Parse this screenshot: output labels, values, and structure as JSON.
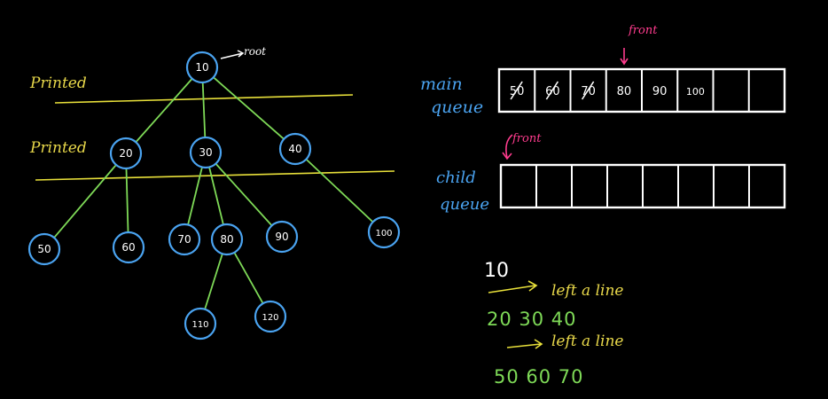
{
  "colors": {
    "background": "#000000",
    "node_border": "#4aa3f0",
    "edge": "#7ed957",
    "divider": "#e8e03a",
    "label_yellow": "#e8d84a",
    "label_pink": "#ff3c8e",
    "queue_border": "#ffffff",
    "output_green": "#7ed957"
  },
  "tree": {
    "nodes": [
      {
        "id": "n10",
        "label": "10"
      },
      {
        "id": "n20",
        "label": "20"
      },
      {
        "id": "n30",
        "label": "30"
      },
      {
        "id": "n40",
        "label": "40"
      },
      {
        "id": "n50",
        "label": "50"
      },
      {
        "id": "n60",
        "label": "60"
      },
      {
        "id": "n70",
        "label": "70"
      },
      {
        "id": "n80",
        "label": "80"
      },
      {
        "id": "n90",
        "label": "90"
      },
      {
        "id": "n100",
        "label": "100"
      },
      {
        "id": "n110",
        "label": "110"
      },
      {
        "id": "n120",
        "label": "120"
      }
    ],
    "edges": [
      [
        "n10",
        "n20"
      ],
      [
        "n10",
        "n30"
      ],
      [
        "n10",
        "n40"
      ],
      [
        "n20",
        "n50"
      ],
      [
        "n20",
        "n60"
      ],
      [
        "n30",
        "n70"
      ],
      [
        "n30",
        "n80"
      ],
      [
        "n30",
        "n90"
      ],
      [
        "n40",
        "n100"
      ],
      [
        "n80",
        "n110"
      ],
      [
        "n80",
        "n120"
      ]
    ],
    "root_label": "root",
    "printed_labels": [
      "Printed",
      "Printed"
    ]
  },
  "main_queue": {
    "label_line1": "main",
    "label_line2": "queue",
    "front_label": "front",
    "cells": [
      {
        "value": "50",
        "crossed": true
      },
      {
        "value": "60",
        "crossed": true
      },
      {
        "value": "70",
        "crossed": true
      },
      {
        "value": "80",
        "crossed": false
      },
      {
        "value": "90",
        "crossed": false
      },
      {
        "value": "100",
        "crossed": false
      },
      {
        "value": "",
        "crossed": false
      },
      {
        "value": "",
        "crossed": false
      }
    ]
  },
  "child_queue": {
    "label_line1": "child",
    "label_line2": "queue",
    "front_label": "front",
    "cells": [
      "",
      "",
      "",
      "",
      "",
      "",
      "",
      ""
    ]
  },
  "output": {
    "line1": "10",
    "arrow_note1": "left a line",
    "line2": "20 30 40",
    "arrow_note2": "left a line",
    "line3": "50 60 70"
  }
}
